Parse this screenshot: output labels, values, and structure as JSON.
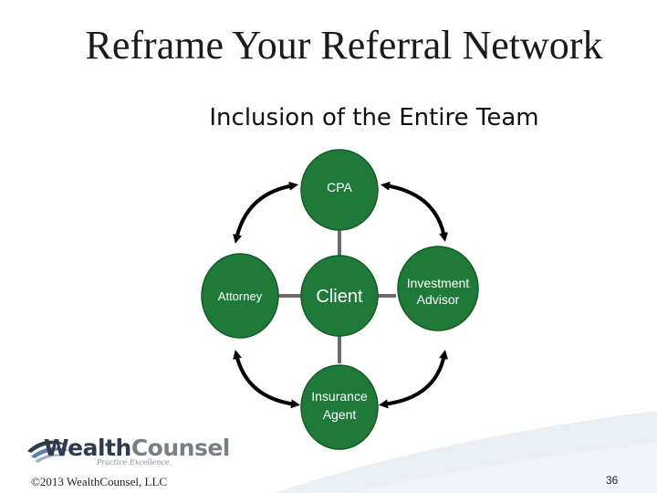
{
  "slide": {
    "title": "Reframe Your Referral Network",
    "subtitle": "Inclusion of the Entire Team",
    "page_number": "36"
  },
  "diagram": {
    "center": "Client",
    "nodes": {
      "top": "CPA",
      "left": "Attorney",
      "right_line1": "Investment",
      "right_line2": "Advisor",
      "bottom_line1": "Insurance",
      "bottom_line2": "Agent"
    },
    "colors": {
      "node_fill": "#1f7a3a",
      "node_stroke": "#145a28",
      "connector": "#6b6b6b",
      "arrow": "#000000"
    }
  },
  "footer": {
    "logo_wealth": "Wealth",
    "logo_counsel": "Counsel",
    "logo_tagline": "Practice Excellence.",
    "copyright": "©2013 WealthCounsel, LLC"
  }
}
